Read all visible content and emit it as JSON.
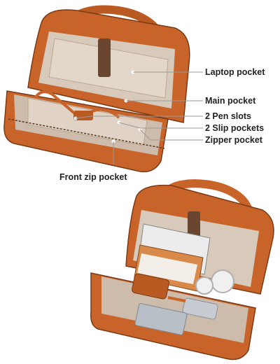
{
  "labels": {
    "laptop_pocket": "Laptop pocket",
    "main_pocket": "Main pocket",
    "pen_slots": "2 Pen slots",
    "slip_pockets": "2 Slip pockets",
    "zipper_pocket": "Zipper pocket",
    "front_zip_pocket": "Front zip pocket"
  },
  "colors": {
    "leather": "#c8642a",
    "leather_dark": "#7a3a15",
    "lining": "#c9b8a8",
    "callout_line": "#9a9a9a"
  }
}
